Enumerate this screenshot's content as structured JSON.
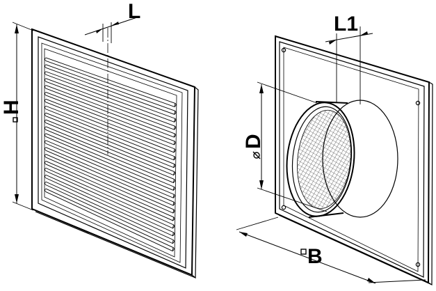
{
  "labels": {
    "grille_depth": "L",
    "grille_height": "H",
    "spigot_length": "L1",
    "spigot_diameter": "D",
    "plate_width": "B"
  },
  "symbols": {
    "square": "square-symbol",
    "diameter": "diameter-symbol"
  }
}
